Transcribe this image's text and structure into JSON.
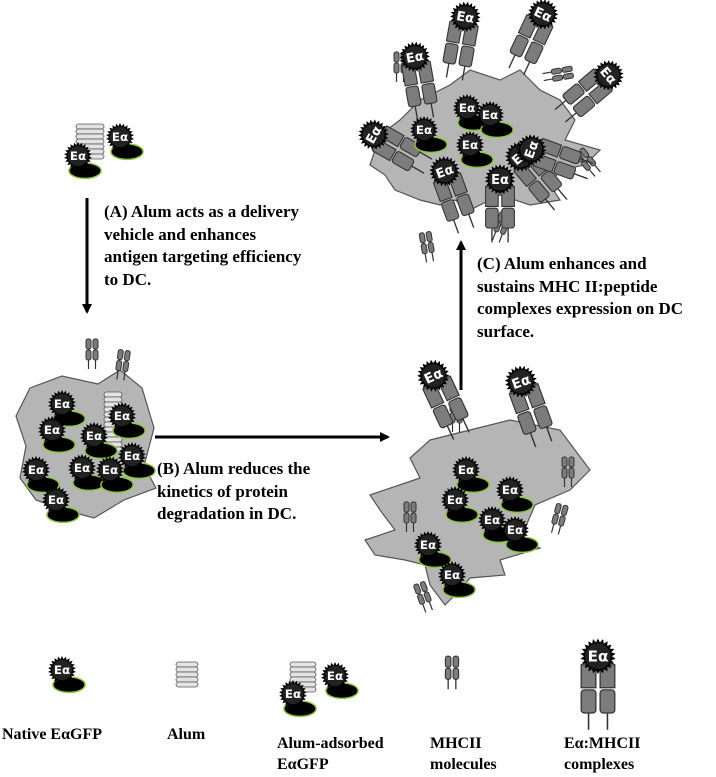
{
  "captions": {
    "a": [
      "(A) Alum acts as a delivery",
      "vehicle and enhances",
      "antigen targeting efficiency",
      "to DC."
    ],
    "b": [
      "(B) Alum reduces the",
      "kinetics of protein",
      "degradation in DC."
    ],
    "c": [
      "(C) Alum enhances and",
      "sustains MHC II:peptide",
      "complexes expression on DC",
      "surface."
    ]
  },
  "antigen_label": "Eα",
  "legend": {
    "native": "Native EαGFP",
    "alum": "Alum",
    "alum_adsorbed": [
      "Alum-adsorbed",
      "EαGFP"
    ],
    "mhcii": [
      "MHCII",
      "molecules"
    ],
    "complexes": [
      "Eα:MHCII",
      "complexes"
    ]
  },
  "colors": {
    "cell": "#b5b5b5",
    "receptor": "#7c7c7c",
    "antigen_core": "#222222",
    "gfp": "#000000",
    "gfp_border": "#8ec641",
    "alum": "#e3e3e3"
  }
}
